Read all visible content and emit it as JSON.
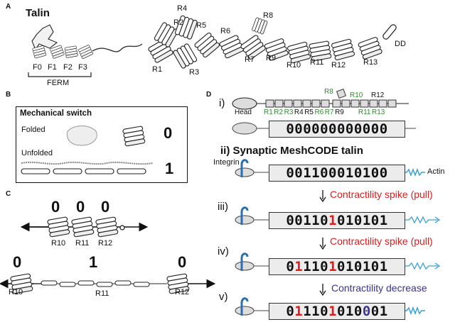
{
  "panel_a": {
    "letter": "A",
    "title": "Talin",
    "rods": [
      "R1",
      "R2",
      "R3",
      "R4",
      "R5",
      "R6",
      "R7",
      "R8",
      "R9",
      "R10",
      "R11",
      "R12",
      "R13"
    ],
    "dd": "DD",
    "ferm_parts": [
      "F0",
      "F1",
      "F2",
      "F3"
    ],
    "ferm": "FERM"
  },
  "panel_b": {
    "letter": "B",
    "title": "Mechanical switch",
    "folded": "Folded",
    "unfolded": "Unfolded",
    "value_folded": "0",
    "value_unfolded": "1"
  },
  "panel_c": {
    "letter": "C",
    "top_bits": [
      "0",
      "0",
      "0"
    ],
    "top_labels": [
      "R10",
      "R11",
      "R12"
    ],
    "bottom_bits": [
      "0",
      "1",
      "0"
    ],
    "bottom_labels": [
      "R10",
      "R11",
      "R12"
    ]
  },
  "panel_d": {
    "letter": "D",
    "step_i": "i)",
    "head": "Head",
    "r8": "R8",
    "r10": "R10",
    "r12": "R12",
    "domain_row": [
      "R1",
      "R2",
      "R3",
      "R4",
      "R5",
      "R6",
      "R7",
      "R9",
      "R11",
      "R13"
    ],
    "domain_colors": [
      "#2e8b2e",
      "#2e8b2e",
      "#2e8b2e",
      "#111111",
      "#111111",
      "#2e8b2e",
      "#2e8b2e",
      "#111111",
      "#2e8b2e",
      "#2e8b2e"
    ],
    "code_i": "000000000000",
    "step_ii": "ii) Synaptic MeshCODE talin",
    "integrin": "Integrin",
    "actin": "Actin",
    "code_ii": "001100010100",
    "step_iii": "iii)",
    "event_iii": "Contractility spike (pull)",
    "code_iii": [
      "00110",
      "1",
      "010101"
    ],
    "step_iv": "iv)",
    "event_iv": "Contractility spike (pull)",
    "code_iv": [
      "0",
      "1",
      "110",
      "1",
      "010101"
    ],
    "step_v": "v)",
    "event_v": "Contractility decrease",
    "code_v": [
      "0",
      "1",
      "110",
      "1",
      "010",
      "0",
      "01"
    ],
    "colors": {
      "red": "#e01b1b",
      "purple": "#3a3391",
      "green": "#2e8b2e",
      "actin": "#3aa0d8"
    }
  }
}
